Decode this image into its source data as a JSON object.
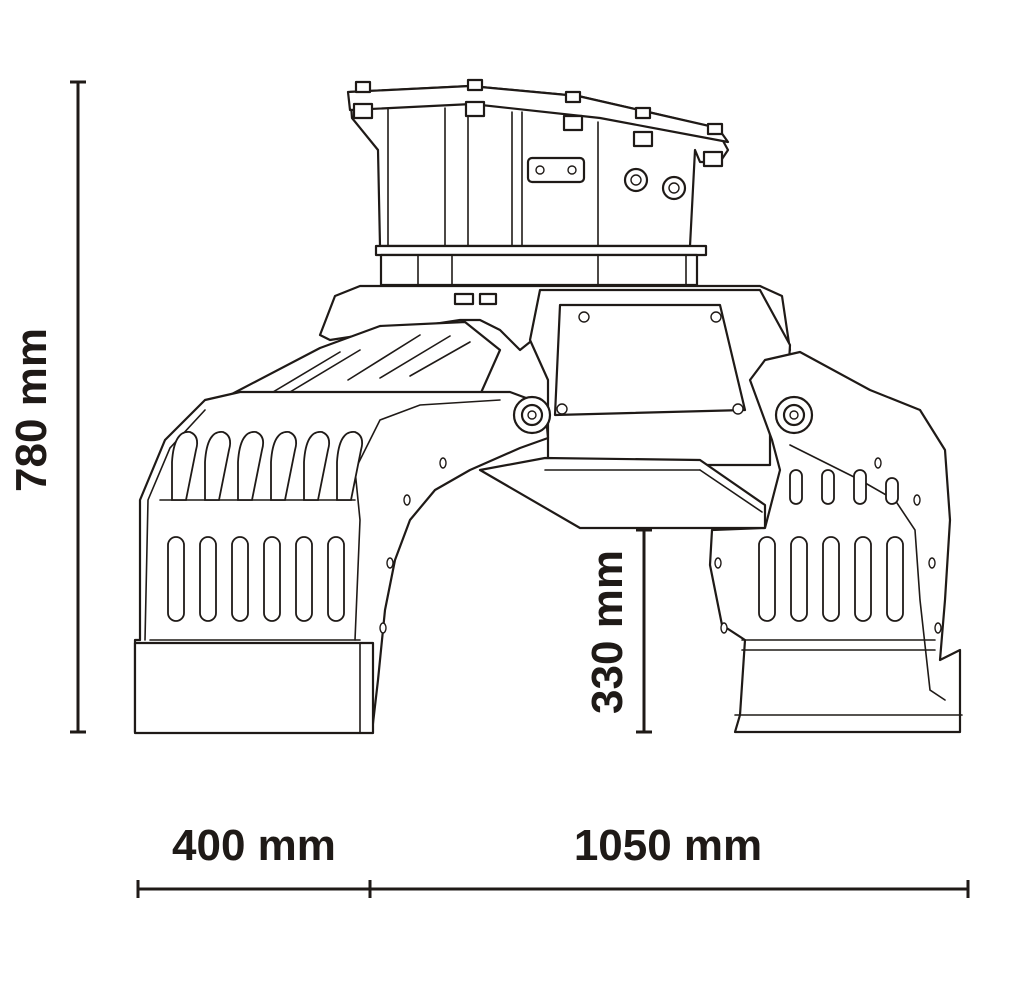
{
  "dimensions": {
    "height_total": "780 mm",
    "jaw_opening_height": "330 mm",
    "jaw_width": "400 mm",
    "open_span": "1050 mm"
  },
  "colors": {
    "line": "#1f1a17",
    "background": "#ffffff"
  }
}
